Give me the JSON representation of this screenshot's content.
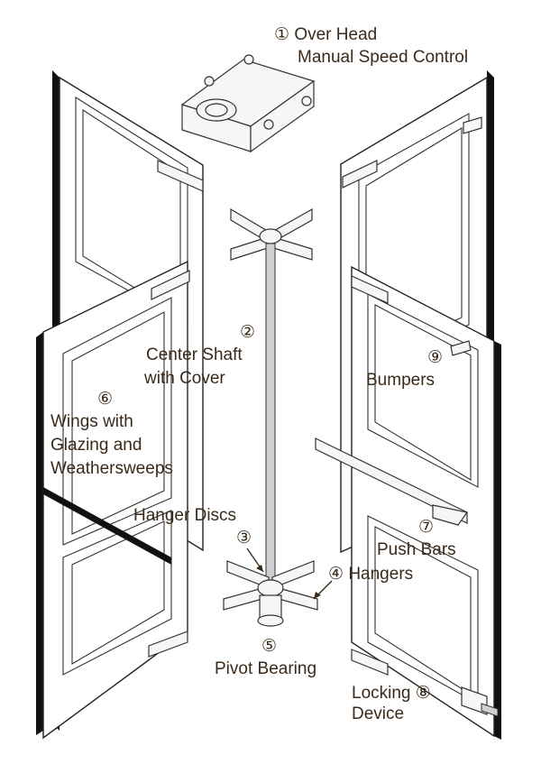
{
  "labels": {
    "speed_control_num": "①",
    "speed_control_text_1": "Over Head",
    "speed_control_text_2": "Manual Speed Control",
    "center_shaft_num": "②",
    "center_shaft_text_1": "Center Shaft",
    "center_shaft_text_2": "with Cover",
    "hanger_discs_num": "③",
    "hanger_discs_text": "Hanger Discs",
    "hangers_num": "④",
    "hangers_text": "Hangers",
    "pivot_bearing_num": "⑤",
    "pivot_bearing_text": "Pivot Bearing",
    "wings_num": "⑥",
    "wings_text_1": "Wings with",
    "wings_text_2": "Glazing and",
    "wings_text_3": "Weathersweeps",
    "push_bars_num": "⑦",
    "push_bars_text": "Push Bars",
    "locking_num": "⑧",
    "locking_text_1": "Locking",
    "locking_text_2": "Device",
    "bumpers_num": "⑨",
    "bumpers_text": "Bumpers"
  },
  "colors": {
    "label_text": "#3a2a1a",
    "line_art": "#222222",
    "background": "#ffffff"
  }
}
